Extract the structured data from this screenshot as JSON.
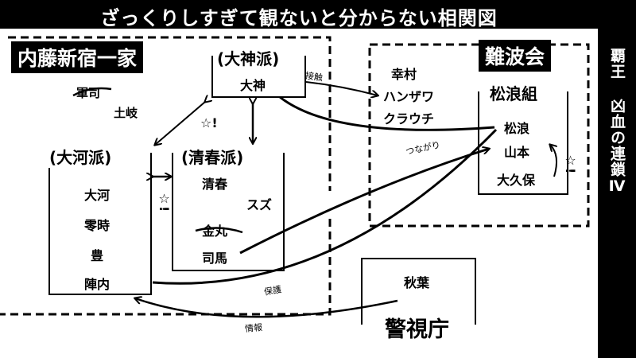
{
  "title": "ざっくりしすぎて観ないと分からない相関図",
  "side_title": "覇王 凶血の連鎖Ⅳ",
  "groups": {
    "naito": {
      "label": "内藤新宿一家"
    },
    "namba": {
      "label": "難波会"
    },
    "keishicho": {
      "label": "警視庁"
    }
  },
  "factions": {
    "okami": {
      "title": "(大神派)",
      "members": [
        "大神"
      ]
    },
    "okawa": {
      "title": "(大河派)",
      "members": [
        "大河",
        "零時",
        "豊",
        "陣内"
      ]
    },
    "seishun": {
      "title": "(清春派)",
      "members": [
        "清春",
        "スズ",
        "金丸",
        "司馬"
      ]
    },
    "matsunami": {
      "title": "松浪組",
      "members": [
        "松浪",
        "山本",
        "大久保"
      ]
    }
  },
  "loose_names": {
    "gunji": "軍司",
    "toki": "土岐",
    "yukimura": "幸村",
    "hanzawa": "ハンザワ",
    "kurauchi": "クラウチ",
    "akiba": "秋葉"
  },
  "relations": {
    "contact": "接触",
    "connection": "つながり",
    "protection": "保護",
    "information": "情報"
  },
  "conflict_mark": "☆!",
  "colors": {
    "ink": "#000000",
    "paper": "#ffffff"
  }
}
